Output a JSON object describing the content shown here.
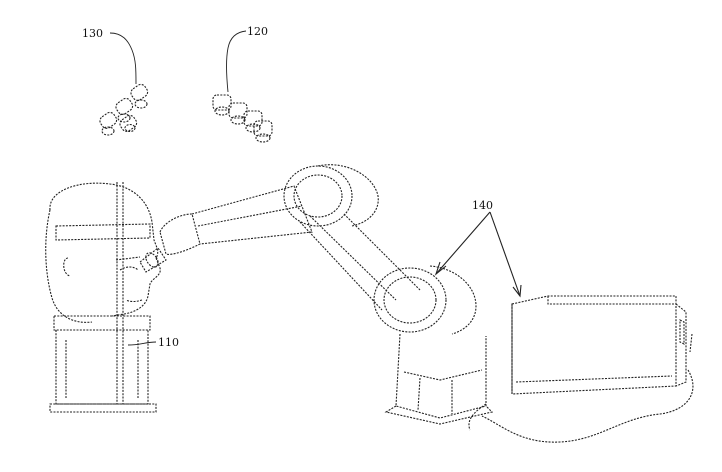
{
  "labels": {
    "ref_130": "130",
    "ref_120": "120",
    "ref_140": "140",
    "ref_110": "110"
  }
}
